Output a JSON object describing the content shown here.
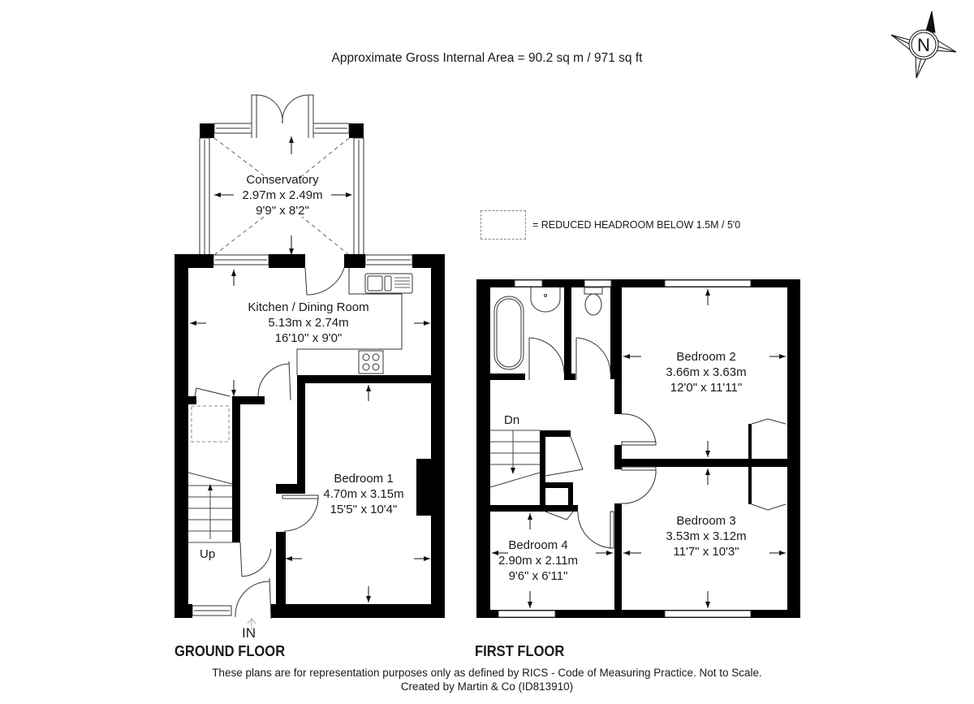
{
  "header": {
    "area_title": "Approximate Gross Internal Area = 90.2 sq m / 971 sq ft"
  },
  "compass": {
    "icon": "north-compass-icon",
    "letter": "N"
  },
  "legend": {
    "icon": "dashed-box-icon",
    "text": "= REDUCED HEADROOM BELOW 1.5M / 5'0"
  },
  "ground_floor": {
    "label": "GROUND FLOOR",
    "entrance_label": "IN",
    "stairs_label": "Up",
    "rooms": [
      {
        "name": "Conservatory",
        "metric": "2.97m x 2.49m",
        "imperial": "9'9\" x 8'2\""
      },
      {
        "name": "Kitchen / Dining Room",
        "metric": "5.13m x 2.74m",
        "imperial": "16'10'' x 9'0\""
      },
      {
        "name": "Bedroom 1",
        "metric": "4.70m x 3.15m",
        "imperial": "15'5'' x 10'4\""
      }
    ]
  },
  "first_floor": {
    "label": "FIRST FLOOR",
    "stairs_label": "Dn",
    "rooms": [
      {
        "name": "Bedroom 2",
        "metric": "3.66m x 3.63m",
        "imperial": "12'0\" x 11'11\""
      },
      {
        "name": "Bedroom 3",
        "metric": "3.53m x 3.12m",
        "imperial": "11'7\" x 10'3\""
      },
      {
        "name": "Bedroom 4",
        "metric": "2.90m x 2.11m",
        "imperial": "9'6\" x 6'11\""
      }
    ]
  },
  "footer": {
    "disclaimer": "These plans are for representation purposes only as defined by RICS - Code of Measuring Practice. Not to Scale.",
    "credit": "Created by Martin & Co (ID813910)"
  }
}
